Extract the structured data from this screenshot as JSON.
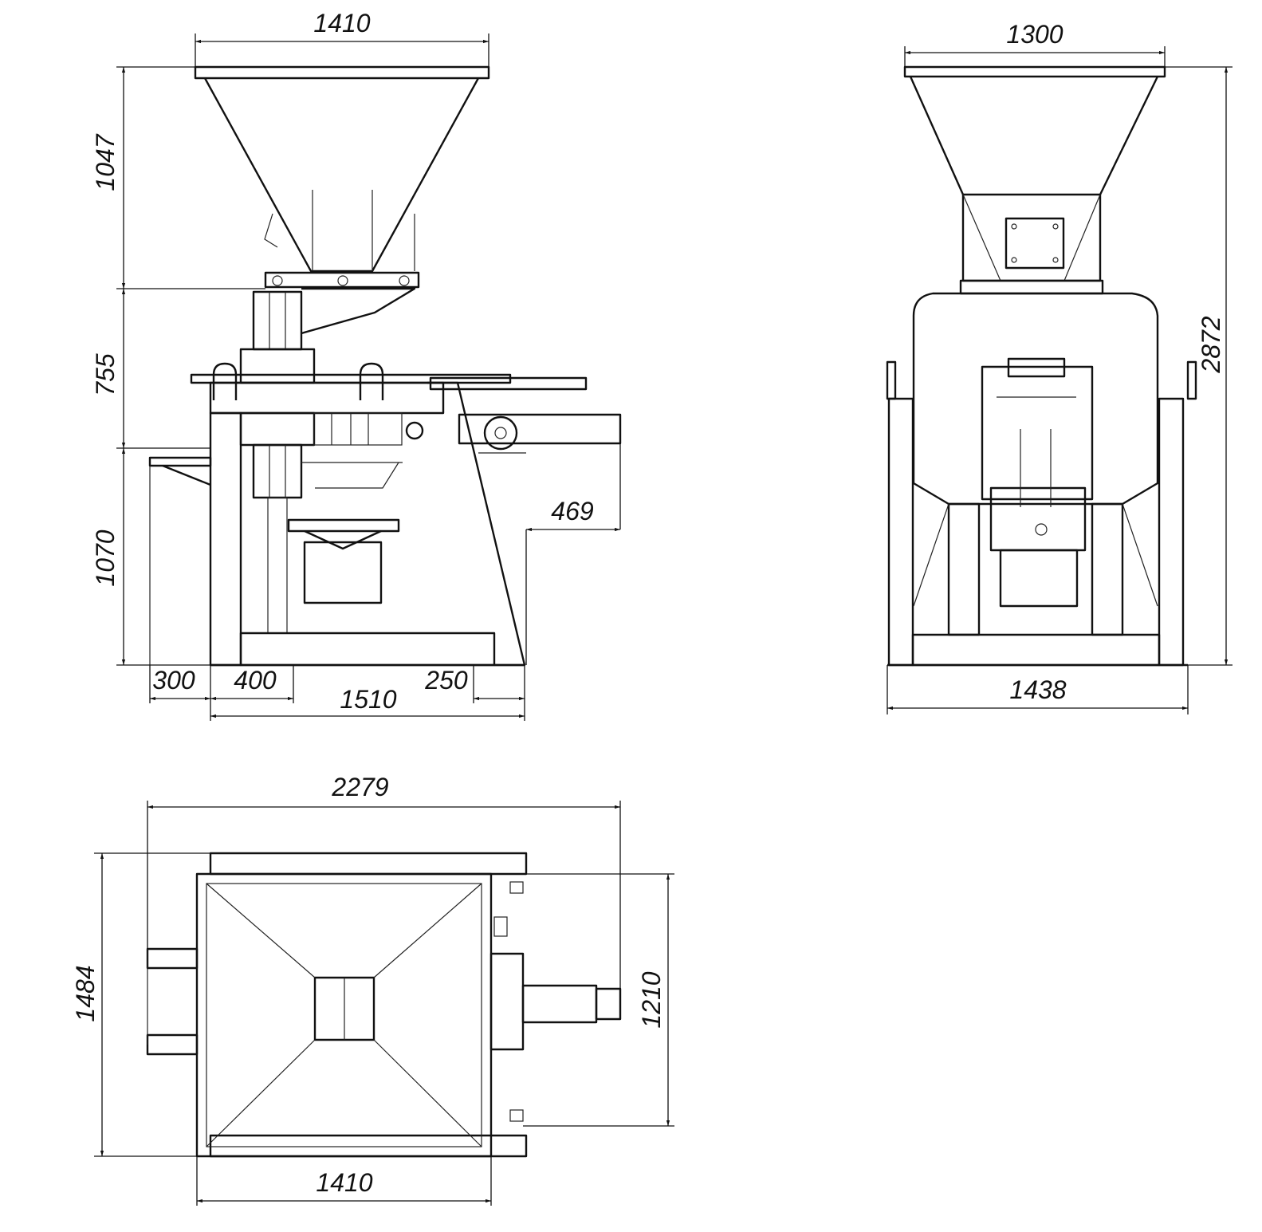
{
  "colors": {
    "line": "#111111",
    "background": "#ffffff"
  },
  "dimensions": {
    "side_top_width": "1410",
    "side_hopper_height": "1047",
    "side_middle_height": "755",
    "side_base_height": "1070",
    "side_overhang": "469",
    "side_base_300": "300",
    "side_base_400": "400",
    "side_base_250": "250",
    "side_base_total": "1510",
    "front_top_width": "1300",
    "front_total_height": "2872",
    "front_base_width": "1438",
    "plan_total_width": "2279",
    "plan_depth": "1484",
    "plan_inner_depth": "1210",
    "plan_hopper_width": "1410"
  }
}
